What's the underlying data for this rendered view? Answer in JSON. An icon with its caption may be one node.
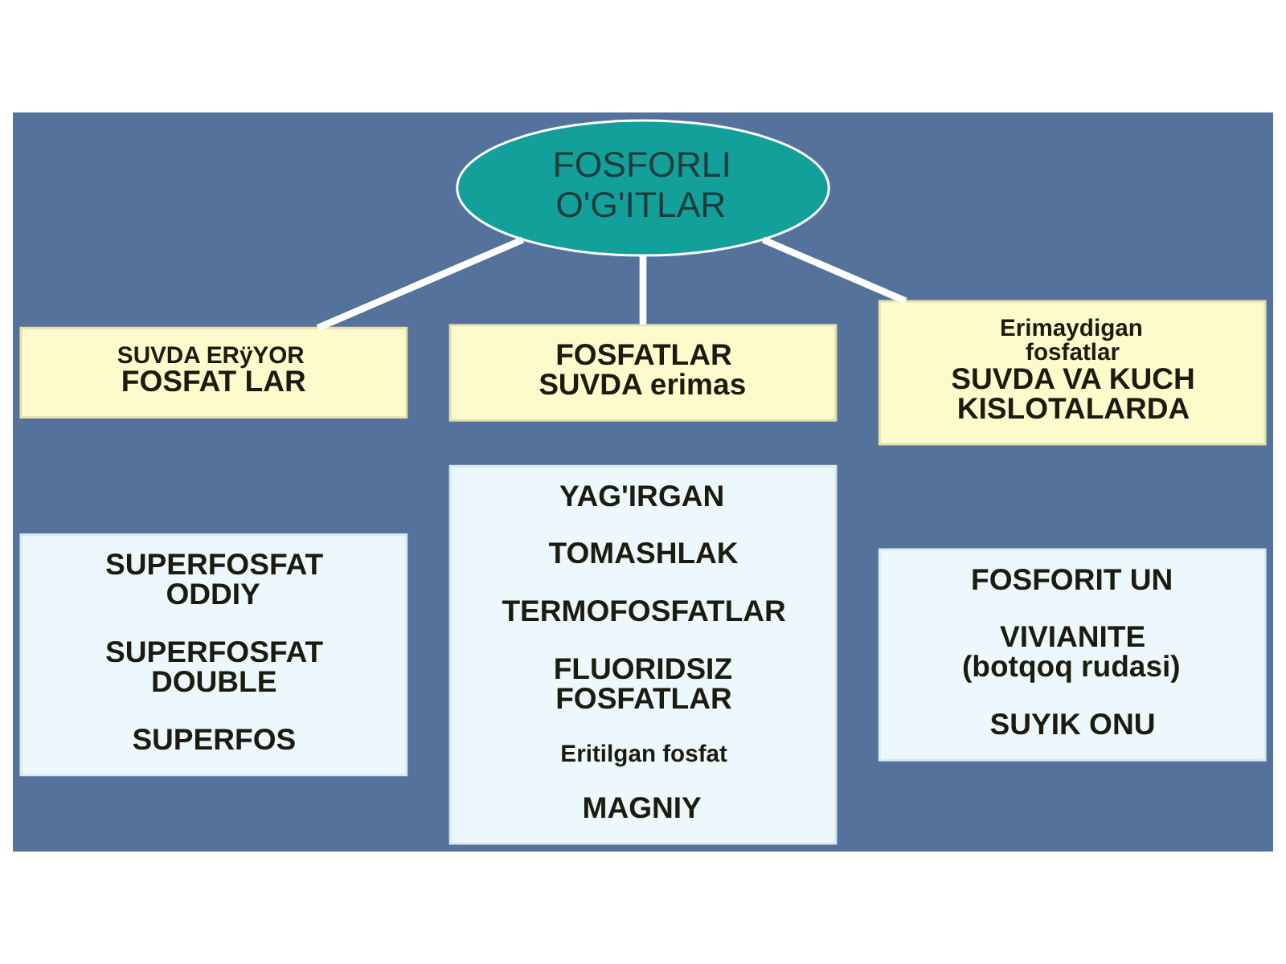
{
  "diagram": {
    "nodes": [
      {
        "text": [
          "FOSFORLI O'G'ITLAR"
        ]
      },
      {
        "text": [
          "SUVDA ERÿYOR",
          "FOSFAT LAR"
        ]
      },
      {
        "text": [
          "FOSFATLAR",
          "SUVDA erimas"
        ]
      },
      {
        "text": [
          "Erimaydigan fosfatlar",
          "SUVDA VA KUCH KISLOTALARDA"
        ]
      },
      {
        "text": [
          "SUPERFOSFAT ODDIY",
          "SUPERFOSFAT DOUBLE",
          "SUPERFOS"
        ]
      },
      {
        "text": [
          "YAG'IRGAN",
          "TOMASHLAK",
          "TERMOFOSFATLAR",
          "FLUORIDSIZ FOSFATLAR",
          "Eritilgan fosfat",
          "MAGNIY"
        ]
      },
      {
        "text": [
          "FOSFORIT UN",
          "VIVIANITE (botqoq rudasi)",
          "SUYIK ONU"
        ]
      }
    ],
    "edges": [
      {
        "from": 0,
        "to": 1,
        "arrow": "none"
      },
      {
        "from": 0,
        "to": 2,
        "arrow": "none"
      },
      {
        "from": 0,
        "to": 3,
        "arrow": "none"
      }
    ]
  }
}
